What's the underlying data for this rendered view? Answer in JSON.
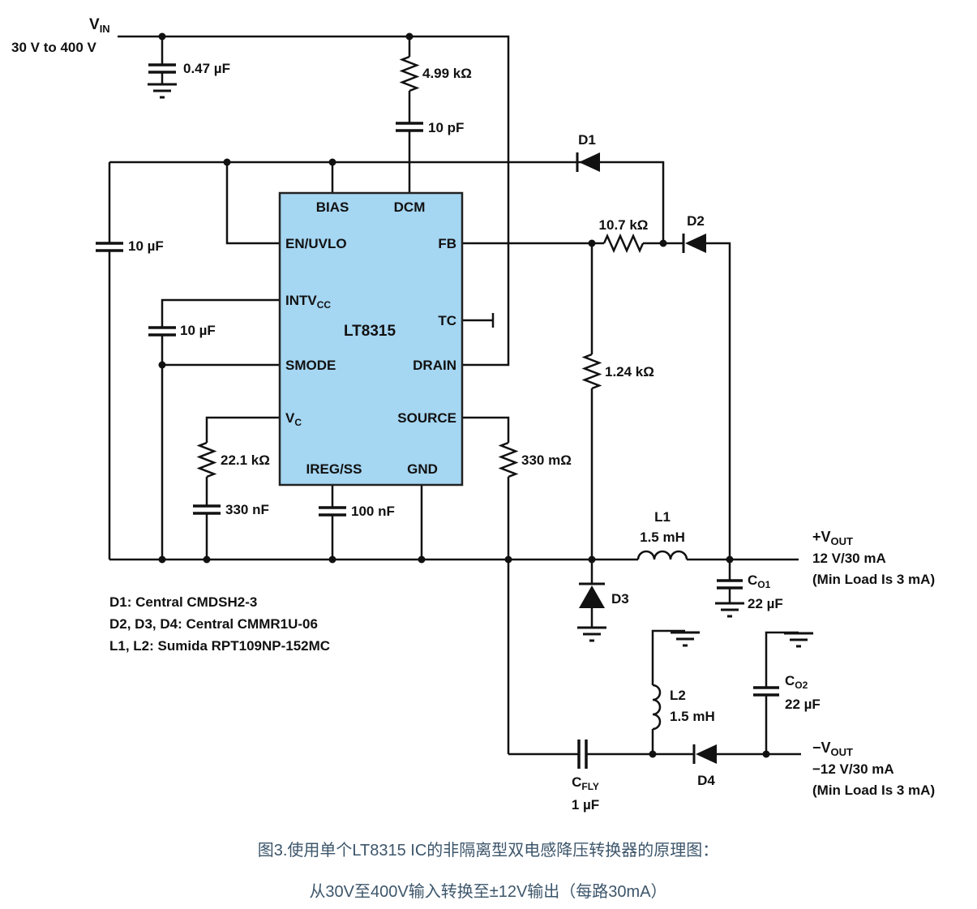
{
  "vin": {
    "name": "V",
    "sub": "IN",
    "range": "30 V to 400 V"
  },
  "ic": {
    "part": "LT8315",
    "pins": {
      "bias": "BIAS",
      "dcm": "DCM",
      "en_uvlo": "EN/UVLO",
      "fb": "FB",
      "intvcc": "INTV",
      "intvcc_sub": "CC",
      "tc": "TC",
      "smode": "SMODE",
      "drain": "DRAIN",
      "vc": "V",
      "vc_sub": "C",
      "source": "SOURCE",
      "ireg_ss": "IREG/SS",
      "gnd": "GND"
    }
  },
  "components": {
    "c_in": "0.47 µF",
    "r_dcm": "4.99 kΩ",
    "c_dcm": "10 pF",
    "c_en": "10 µF",
    "c_intvcc": "10 µF",
    "r_comp": "22.1 kΩ",
    "c_comp": "330 nF",
    "c_ss": "100 nF",
    "r_fb_top": "10.7 kΩ",
    "r_fb_bot": "1.24 kΩ",
    "r_sense": "330 mΩ",
    "d1": "D1",
    "d2": "D2",
    "d3": "D3",
    "d4": "D4",
    "l1": "L1",
    "l1_val": "1.5 mH",
    "l2": "L2",
    "l2_val": "1.5 mH",
    "c_o1": "C",
    "c_o1_sub": "O1",
    "c_o1_val": "22 µF",
    "c_o2": "C",
    "c_o2_sub": "O2",
    "c_o2_val": "22 µF",
    "c_fly": "C",
    "c_fly_sub": "FLY",
    "c_fly_val": "1 µF"
  },
  "outputs": {
    "pos": {
      "rail": "+V",
      "sub": "OUT",
      "spec": "12 V/30 mA",
      "min_load": "(Min Load Is 3 mA)"
    },
    "neg": {
      "rail": "−V",
      "sub": "OUT",
      "spec": "−12 V/30 mA",
      "min_load": "(Min Load Is 3 mA)"
    }
  },
  "notes": [
    "D1: Central CMDSH2-3",
    "D2, D3, D4: Central CMMR1U-06",
    "L1, L2: Sumida RPT109NP-152MC"
  ],
  "caption": {
    "line1": "图3.使用单个LT8315 IC的非隔离型双电感降压转换器的原理图：",
    "line2": "从30V至400V输入转换至±12V输出（每路30mA）"
  },
  "colors": {
    "wire": "#111111",
    "ic_fill": "#a5d6f2",
    "ic_stroke": "#222222",
    "caption_text": "#3d566b",
    "background": "#ffffff"
  }
}
